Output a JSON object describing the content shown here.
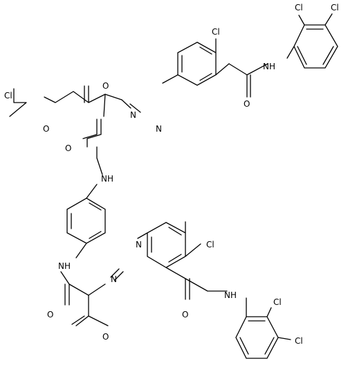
{
  "labels": {
    "cl_1": "Cl",
    "cl_2": "Cl",
    "cl_3": "Cl",
    "cl_4": "Cl",
    "cl_5": "Cl",
    "cl_6": "Cl",
    "cl_7": "Cl",
    "nh_1": "NH",
    "nh_2": "NH",
    "nh_3": "NH",
    "nh_4": "NH",
    "n_1": "N",
    "n_2": "N",
    "n_3": "N",
    "n_4": "N",
    "o_ether": "O",
    "o_1": "O",
    "o_2": "O",
    "o_3": "O",
    "o_4": "O",
    "o_5": "O",
    "o_6": "O"
  }
}
